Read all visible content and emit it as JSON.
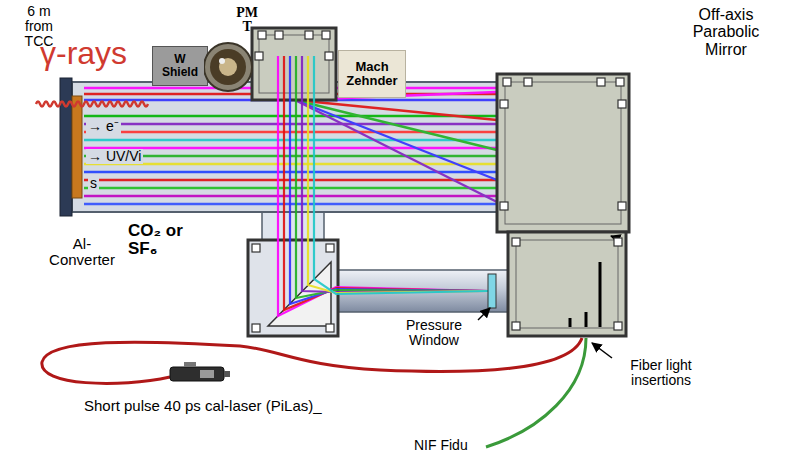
{
  "diagram": {
    "nodes": [
      {
        "text": [
          "W Shield"
        ]
      },
      {
        "text": [
          "PM T"
        ]
      },
      {
        "text": [
          "Mach Zehnder"
        ]
      }
    ],
    "labels": [
      "6 m from TCC",
      "γ-rays",
      "→ e⁻",
      "→ UV/Vi",
      "s",
      "Al-Converter",
      "CO₂ or SF₆",
      "Off-axis Parabolic Mirror",
      "Pressure Window",
      "Short pulse 40 ps cal-laser (PiLas)_",
      "Fiber light insertions",
      "NIF Fidu"
    ]
  }
}
